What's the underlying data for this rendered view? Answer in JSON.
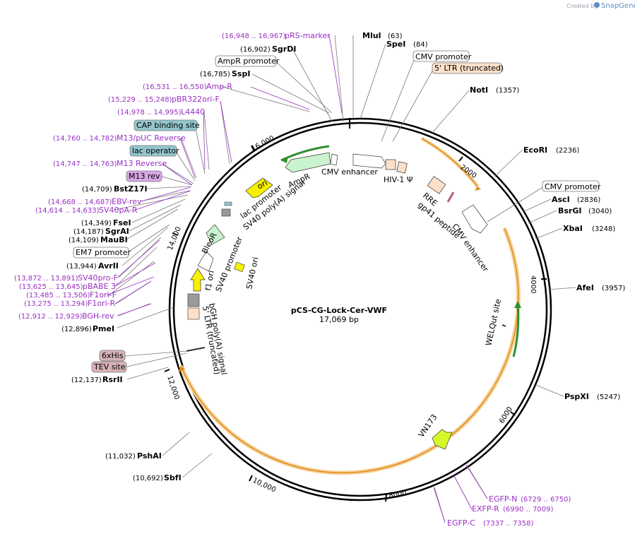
{
  "branding": {
    "created_by": "Created by",
    "app_name": "SnapGene"
  },
  "plasmid": {
    "name": "pCS-CG-Lock-Cer-VWF",
    "size_label": "17,069 bp"
  },
  "ticks": [
    "2000",
    "4000",
    "6000",
    "8000",
    "10,000",
    "12,000",
    "14,000",
    "16,000"
  ],
  "sites": [
    {
      "name": "MluI",
      "pos": "(63)"
    },
    {
      "name": "SpeI",
      "pos": "(84)"
    },
    {
      "name": "NotI",
      "pos": "(1357)"
    },
    {
      "name": "EcoRI",
      "pos": "(2236)"
    },
    {
      "name": "AscI",
      "pos": "(2836)"
    },
    {
      "name": "BsrGI",
      "pos": "(3040)"
    },
    {
      "name": "XbaI",
      "pos": "(3248)"
    },
    {
      "name": "AfeI",
      "pos": "(3957)"
    },
    {
      "name": "PspXI",
      "pos": "(5247)"
    },
    {
      "name": "SbfI",
      "pos": "(10,692)"
    },
    {
      "name": "PshAI",
      "pos": "(11,032)"
    },
    {
      "name": "RsrII",
      "pos": "(12,137)"
    },
    {
      "name": "PmeI",
      "pos": "(12,896)"
    },
    {
      "name": "AvrII",
      "pos": "(13,944)"
    },
    {
      "name": "MauBI",
      "pos": "(14,109)"
    },
    {
      "name": "SgrAI",
      "pos": "(14,187)"
    },
    {
      "name": "FseI",
      "pos": "(14,349)"
    },
    {
      "name": "BstZ17I",
      "pos": "(14,709)"
    },
    {
      "name": "SspI",
      "pos": "(16,785)"
    },
    {
      "name": "SgrDI",
      "pos": "(16,902)"
    }
  ],
  "primers": [
    {
      "name": "pRS-marker",
      "pos": "(16,948 .. 16,967)"
    },
    {
      "name": "Amp-R",
      "pos": "(16,531 .. 16,550)"
    },
    {
      "name": "pBR322ori-F",
      "pos": "(15,229 .. 15,248)"
    },
    {
      "name": "L4440",
      "pos": "(14,978 .. 14,995)"
    },
    {
      "name": "M13/pUC Reverse",
      "pos": "(14,760 .. 14,782)"
    },
    {
      "name": "M13 Reverse",
      "pos": "(14,747 .. 14,763)"
    },
    {
      "name": "EBV-rev",
      "pos": "(14,668 .. 14,687)"
    },
    {
      "name": "SV40pA-R",
      "pos": "(14,614 .. 14,633)"
    },
    {
      "name": "SV40pro-F",
      "pos": "(13,872 .. 13,891)"
    },
    {
      "name": "pBABE 3'",
      "pos": "(13,625 .. 13,645)"
    },
    {
      "name": "F1ori-F",
      "pos": "(13,485 .. 13,506)"
    },
    {
      "name": "F1ori-R",
      "pos": "(13,275 .. 13,294)"
    },
    {
      "name": "BGH-rev",
      "pos": "(12,912 .. 12,929)"
    },
    {
      "name": "EGFP-N",
      "pos": "(6729 .. 6750)"
    },
    {
      "name": "EXFP-R",
      "pos": "(6990 .. 7009)"
    },
    {
      "name": "EGFP-C",
      "pos": "(7337 .. 7358)"
    }
  ],
  "boxed_features": [
    {
      "name": "AmpR promoter",
      "color": "#ffffff"
    },
    {
      "name": "CMV promoter",
      "color": "#ffffff"
    },
    {
      "name": "5' LTR (truncated)",
      "color": "#fde0c8"
    },
    {
      "name": "CAP binding site",
      "color": "#93c6cc"
    },
    {
      "name": "lac operator",
      "color": "#93c6cc"
    },
    {
      "name": "M13 rev",
      "color": "#d7a6e6"
    },
    {
      "name": "EM7 promoter",
      "color": "#ffffff"
    },
    {
      "name": "6xHis",
      "color": "#d8b3b8"
    },
    {
      "name": "TEV site",
      "color": "#d8b3b8"
    },
    {
      "name": "CMV promoter",
      "color": "#ffffff"
    }
  ],
  "inner_features": {
    "cmv_enhancer_top": "CMV enhancer",
    "hiv_psi": "HIV-1 Ψ",
    "rre": "RRE",
    "gp41": "gp41 peptide",
    "cmv_enhancer_right": "CMV enhancer",
    "ampr": "AmpR",
    "ori": "ori",
    "lac_promoter": "lac promoter",
    "sv40_polya": "SV40 poly(A) signal",
    "bleor": "BleoR",
    "sv40_promoter": "SV40 promoter",
    "sv40_ori": "SV40 ori",
    "f1_ori": "f1 ori",
    "bgh_polya": "bGH poly(A) signal",
    "ltr_trunc": "5' LTR (truncated)",
    "welqut": "WELQut site",
    "vn173": "VN173"
  },
  "colors": {
    "backbone": "#000000",
    "primer": "#9a2fc4",
    "orange_arc": "#f0a030",
    "green_feature": "#c9f2cf",
    "yellow_feature": "#f7f000",
    "lime_feature": "#d8f728"
  }
}
